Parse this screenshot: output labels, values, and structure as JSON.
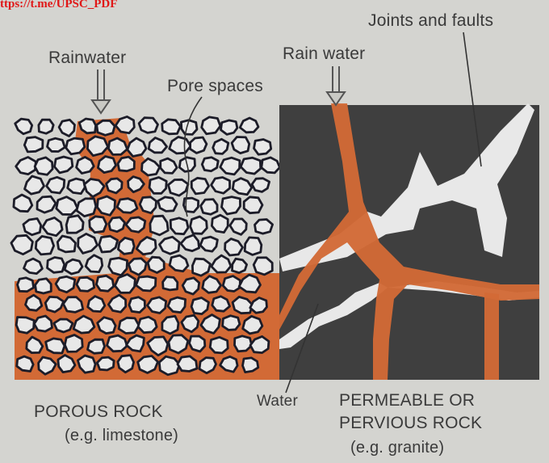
{
  "watermark": "ttps://t.me/UPSC_PDF",
  "labels": {
    "rainwater_left": "Rainwater",
    "pore_spaces": "Pore spaces",
    "rain_water_right": "Rain water",
    "joints_and_faults": "Joints and faults",
    "water": "Water",
    "porous_rock": "POROUS ROCK",
    "porous_example": "(e.g. limestone)",
    "permeable_line1": "PERMEABLE OR",
    "permeable_line2": "PERVIOUS ROCK",
    "permeable_example": "(e.g. granite)"
  },
  "colors": {
    "background": "#d4d4d0",
    "water": "#d26a36",
    "rock_dark": "#3f3f3f",
    "fracture_light": "#e8e8e8",
    "label_text": "#3a3a3a",
    "watermark": "#e01818"
  }
}
